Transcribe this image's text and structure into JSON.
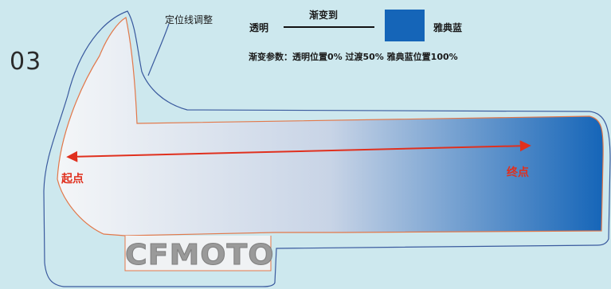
{
  "step_number": "03",
  "annotation": {
    "label": "定位线调整"
  },
  "legend": {
    "start": "透明",
    "arrow_caption": "渐变到",
    "end": "雅典蓝",
    "end_color": "#1565b8"
  },
  "params": {
    "text": "渐变参数：透明位置0%   过渡50%   雅典蓝位置100%"
  },
  "axis": {
    "start_label": "起点",
    "end_label": "终点",
    "color": "#e0301e"
  },
  "logo": {
    "text": "CFMOTO"
  },
  "colors": {
    "background": "#cde8ee",
    "outline_blue": "#3a5a9e",
    "outline_orange": "#e2784a",
    "gradient_start": "#f4f6f8",
    "gradient_mid": "#c8d4e6",
    "gradient_end": "#1565b8"
  }
}
